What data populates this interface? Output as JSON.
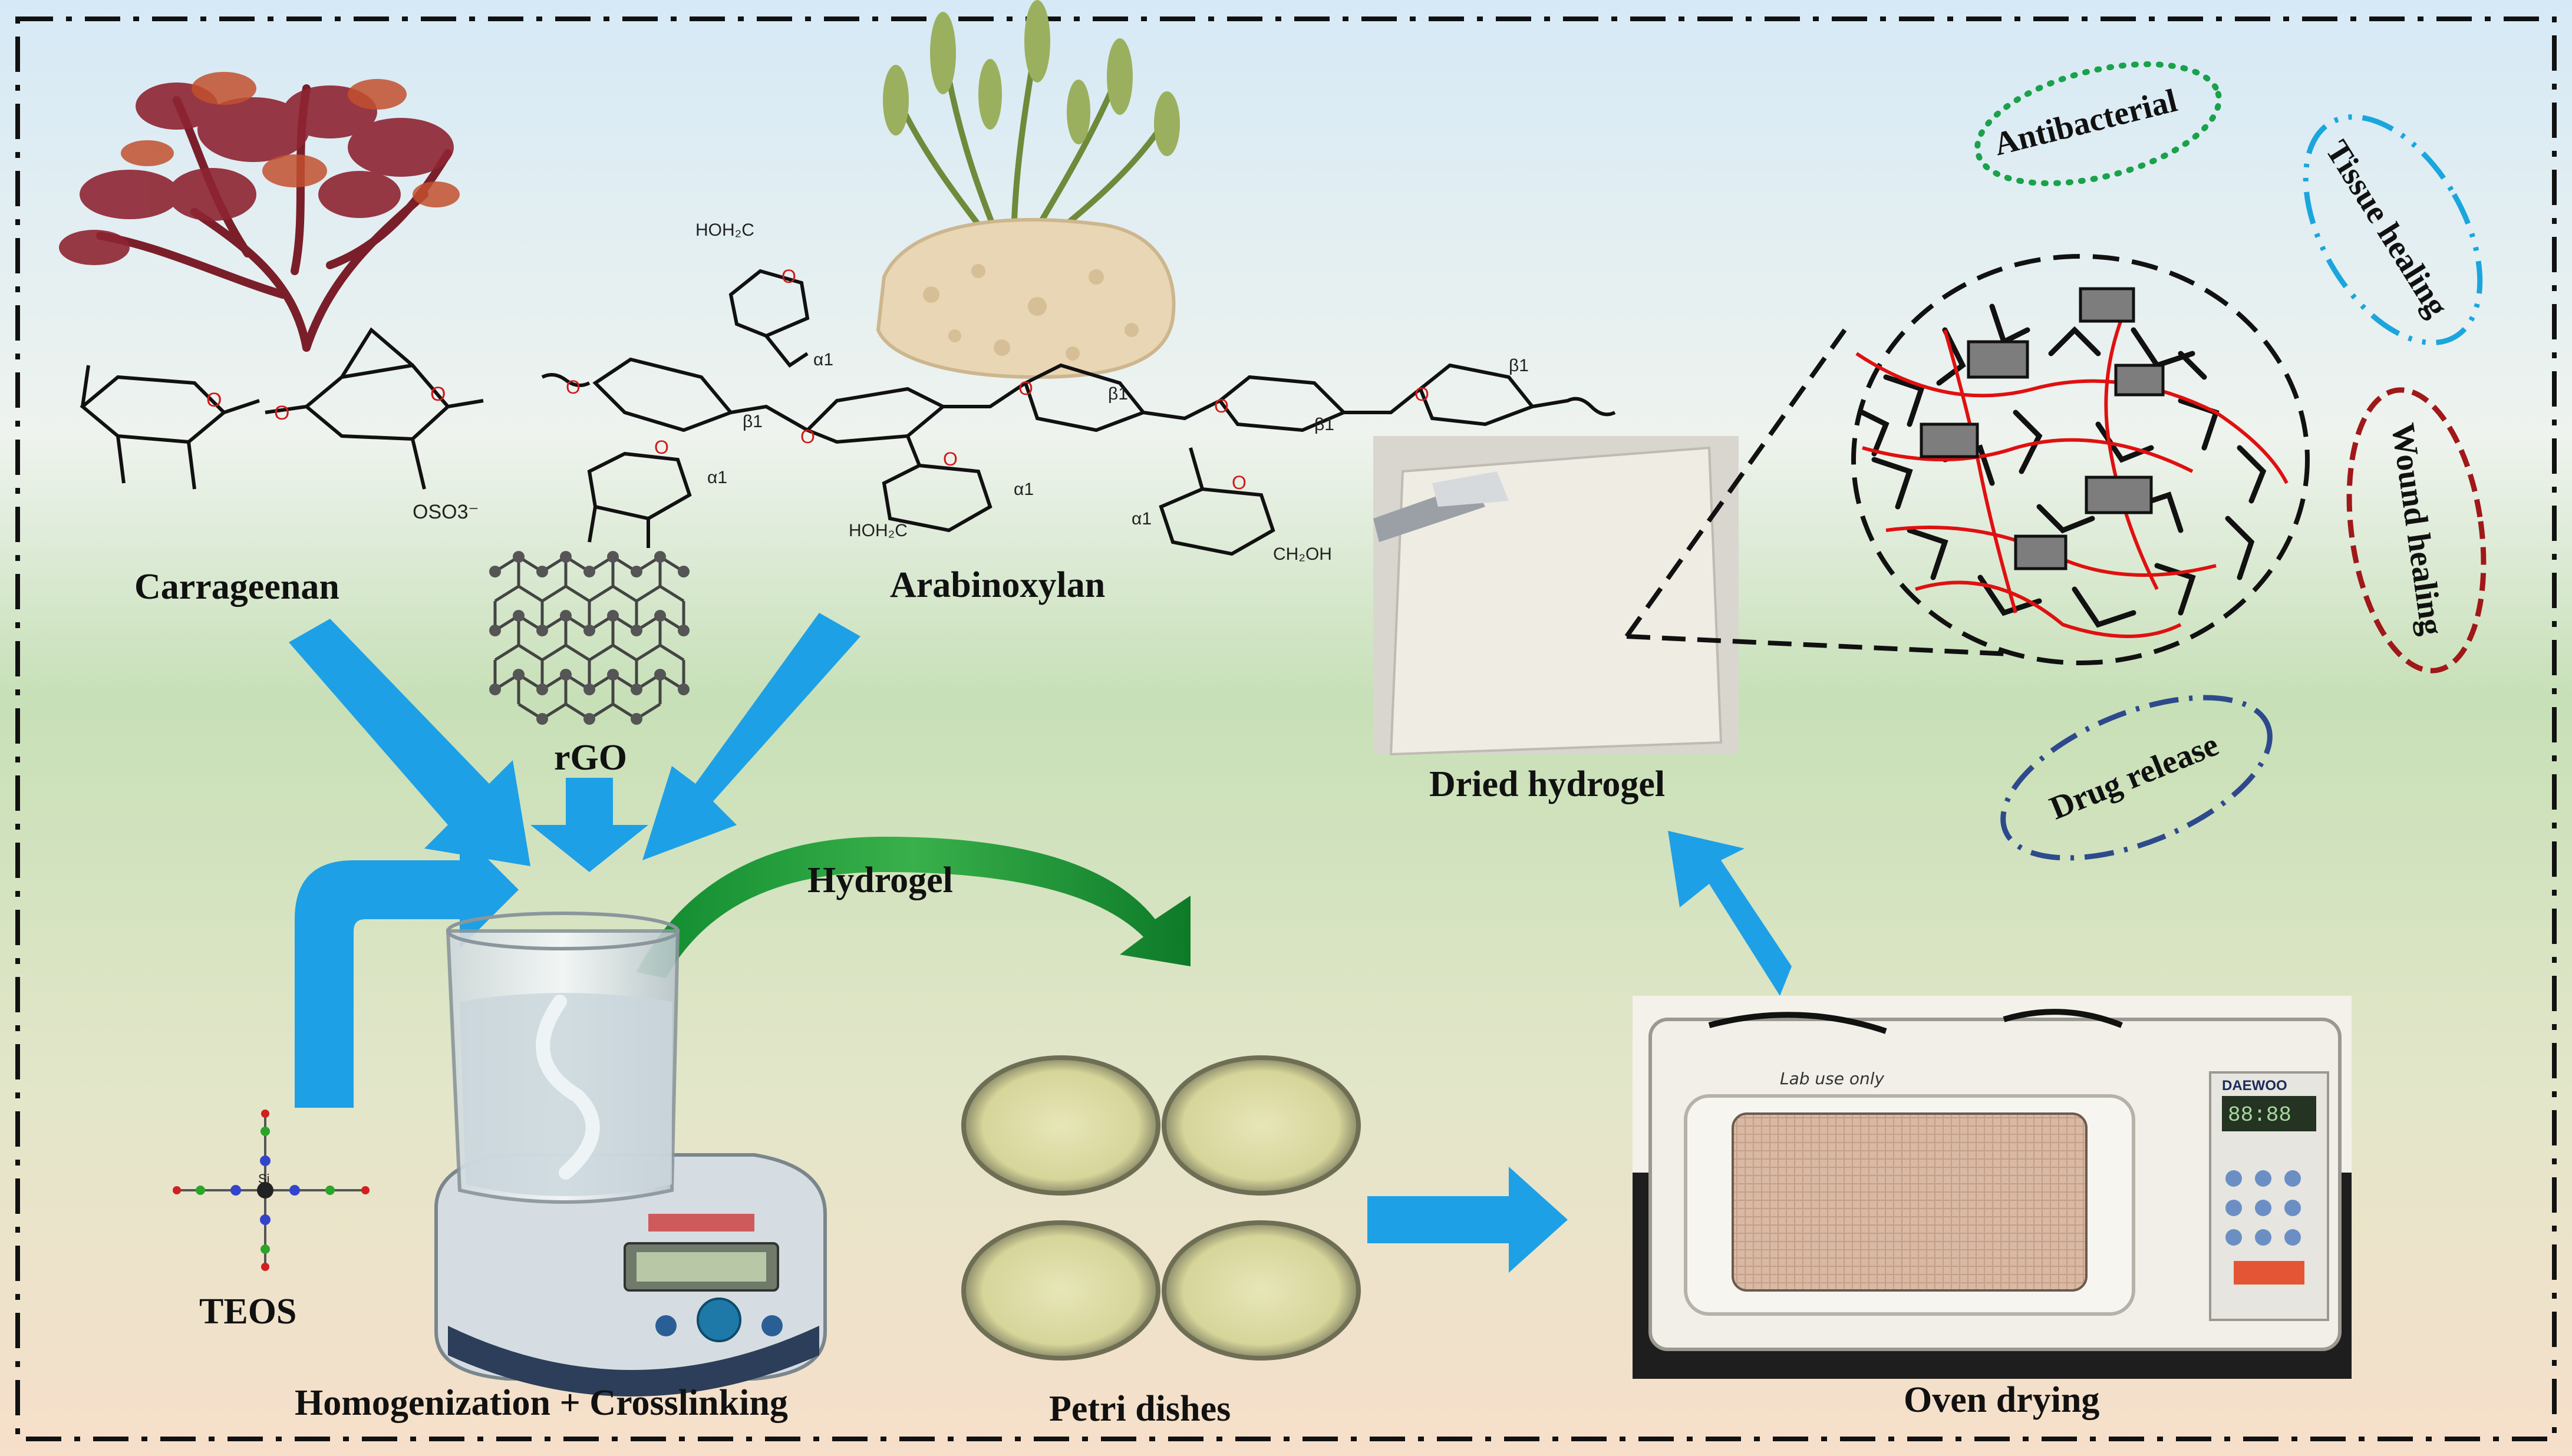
{
  "labels": {
    "carrageenan": "Carrageenan",
    "arabinoxylan": "Arabinoxylan",
    "rgo": "rGO",
    "teos": "TEOS",
    "hydrogel_arrow": "Hydrogel",
    "homogenization": "Homogenization + Crosslinking",
    "petri_dishes": "Petri dishes",
    "oven_drying": "Oven drying",
    "dried_hydrogel": "Dried hydrogel"
  },
  "applications": {
    "antibacterial": "Antibacterial",
    "tissue_healing": "Tissue healing",
    "wound_healing": "Wound healing",
    "drug_release": "Drug release"
  },
  "chem": {
    "alpha1": "α1",
    "beta1": "β1",
    "oso3": "OSO3⁻",
    "si": "Si",
    "ch2oh": "CH₂OH",
    "hoh2c": "HOH₂C"
  },
  "oven_panel": {
    "brand": "DAEWOO",
    "display": "88:88",
    "handwriting": "Lab use only"
  },
  "colors": {
    "arrow_blue": "#1ea0e6",
    "arrow_green": "#1f9a3a",
    "antibacterial_border": "#19a24a",
    "tissue_border": "#1aa6dd",
    "wound_border": "#a01818",
    "drug_border": "#2d4a8c",
    "network_red": "#e01010"
  }
}
